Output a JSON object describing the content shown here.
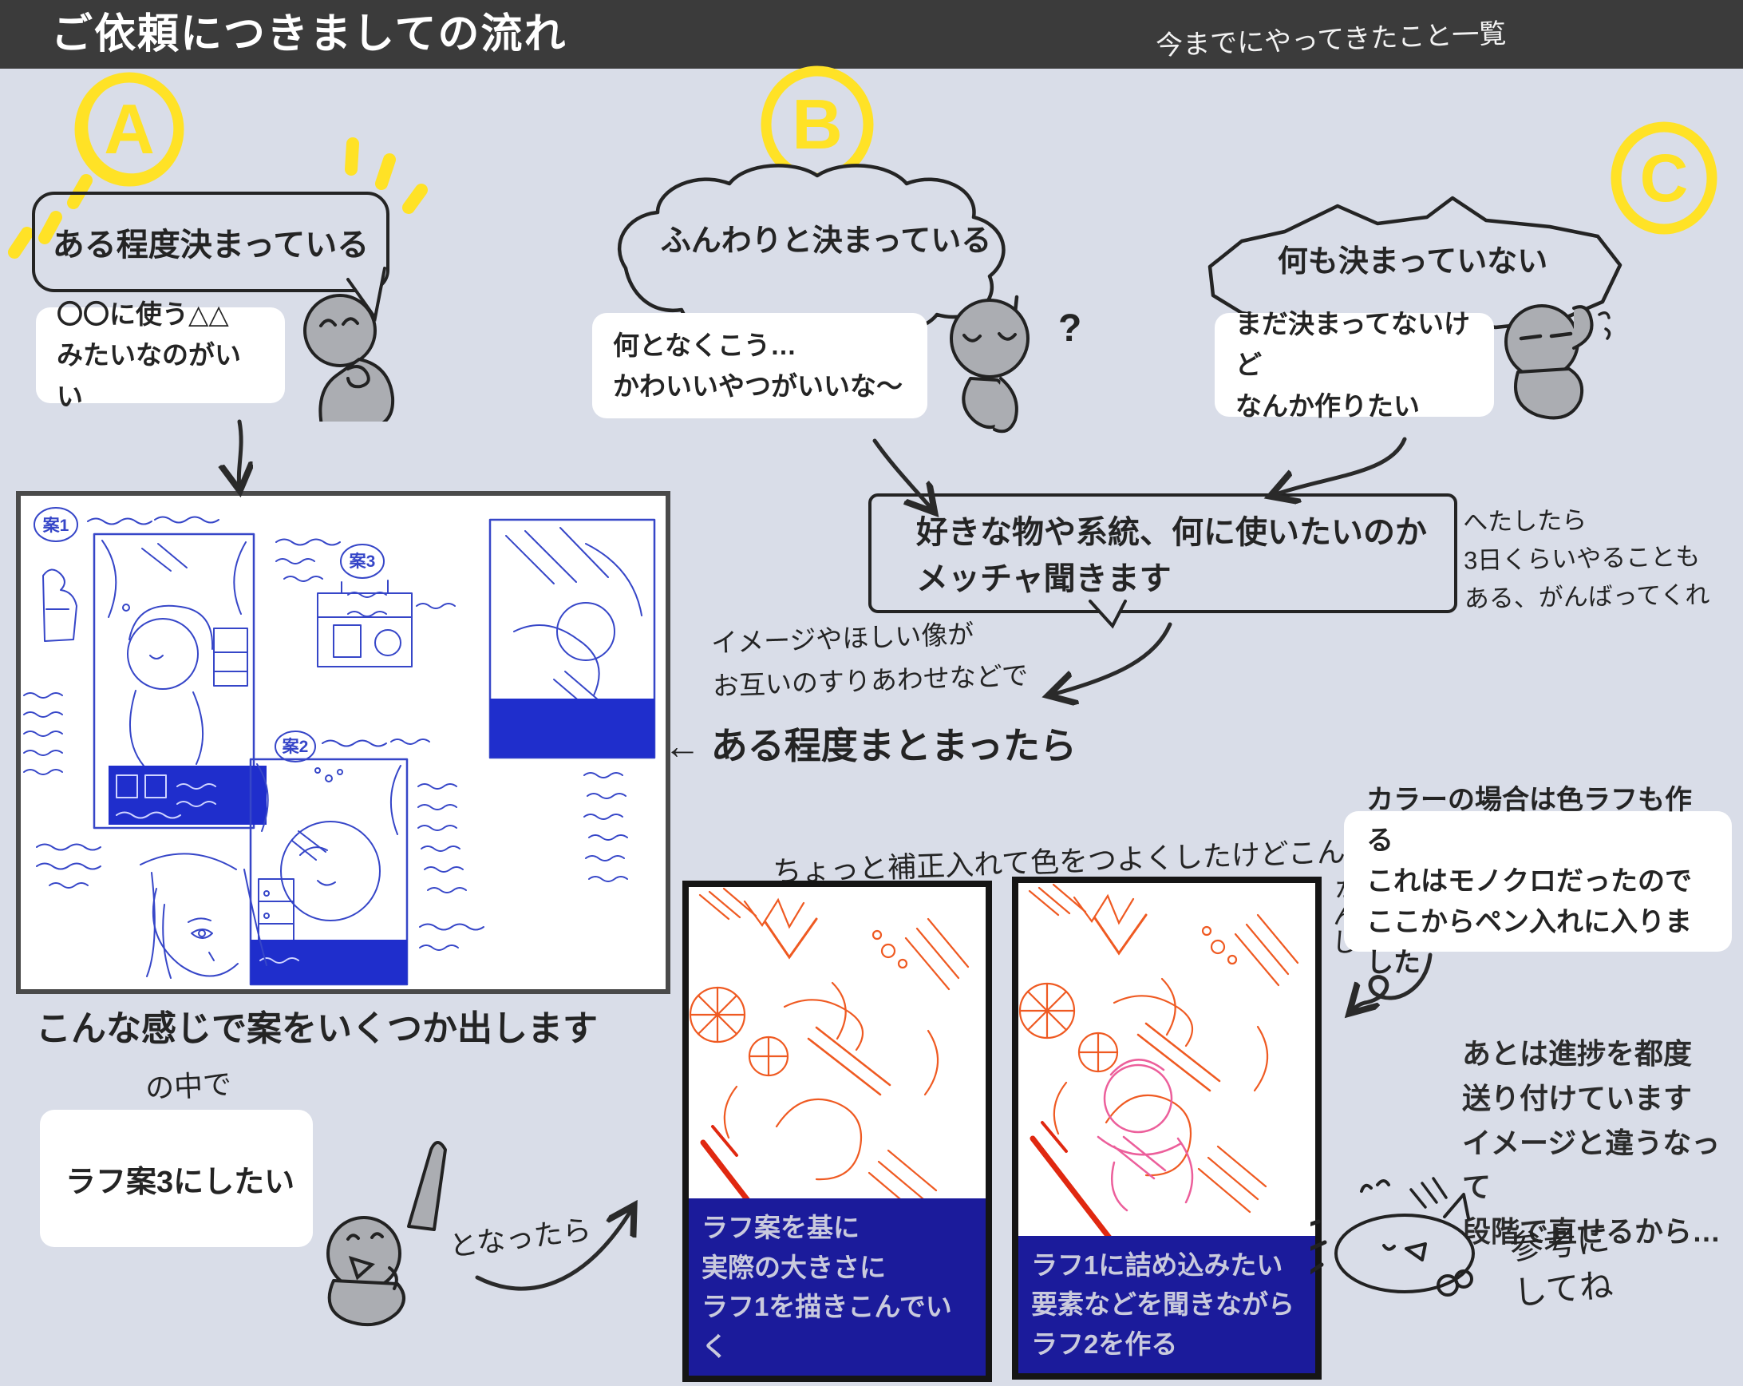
{
  "header": {
    "title": "ご依頼につきましての流れ",
    "note": "今までにやってきたこと一覧"
  },
  "options": {
    "a": {
      "badge": "A",
      "bubble": "ある程度決まっている",
      "request": "〇〇に使う△△\nみたいなのがいい"
    },
    "b": {
      "badge": "B",
      "bubble": "ふんわりと決まっている",
      "request": "何となくこう…\nかわいいやつがいいな～",
      "mark": "?"
    },
    "c": {
      "badge": "C",
      "bubble": "何も決まっていない",
      "request": "まだ決まってないけど\nなんか作りたい"
    }
  },
  "hearing": {
    "box": "好きな物や系統、何に使いたいのか\nメッチャ聞きます",
    "side_note": "へたしたら\n3日くらいやることも\nある、がんばってくれ",
    "align_note": "イメージやほしい像が\nお互いのすりあわせなどで",
    "settled": "← ある程度まとまったら"
  },
  "proposals": {
    "panel_labels": [
      "案1",
      "案2",
      "案3"
    ],
    "caption": "こんな感じで案をいくつか出します",
    "among": "の中で",
    "choice": "ラフ案3にしたい",
    "then": "となったら"
  },
  "roughs": {
    "note_above": "ちょっと補正入れて色をつよくしたけどこんな",
    "note_vertical": "かんじ",
    "card1_caption": "ラフ案を基に\n実際の大きさに\nラフ1を描きこんでいく",
    "card2_caption": "ラフ1に詰め込みたい\n要素などを聞きながら\nラフ2を作る"
  },
  "notes": {
    "color_note": "カラーの場合は色ラフも作る\nこれはモノクロだったので\nここからペン入れに入りました",
    "progress_note": "あとは進捗を都度\n送り付けています\nイメージと違うなって\n段階で直せるから…",
    "reference_note": "参考に\nしてね"
  },
  "colors": {
    "background": "#d9dde8",
    "header_bg": "#3b3b3b",
    "accent_yellow": "#FFE226",
    "sketch_blue": "#3646c8",
    "bar_blue": "#1f2ecc",
    "caption_navy": "#1b1b9b",
    "sketch_orange": "#ef5a22",
    "accent_red": "#e02810",
    "figure_pink": "#ec5f9b",
    "character_gray": "#abadb2"
  }
}
